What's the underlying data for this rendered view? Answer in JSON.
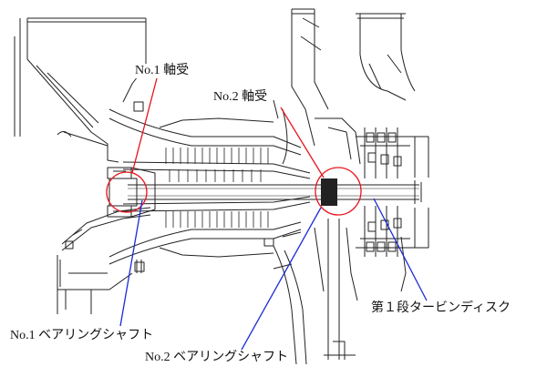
{
  "labels": {
    "no1_bearing": "No.1 軸受",
    "no2_bearing": "No.2 軸受",
    "first_stage_turbine_disk": "第１段タービンディスク",
    "no1_bearing_shaft": "No.1 ベアリングシャフト",
    "no2_bearing_shaft": "No.2 ベアリングシャフト"
  },
  "colors": {
    "line_art": "#222222",
    "bearing_callout": "#e8141b",
    "shaft_callout": "#1a2ad6"
  }
}
